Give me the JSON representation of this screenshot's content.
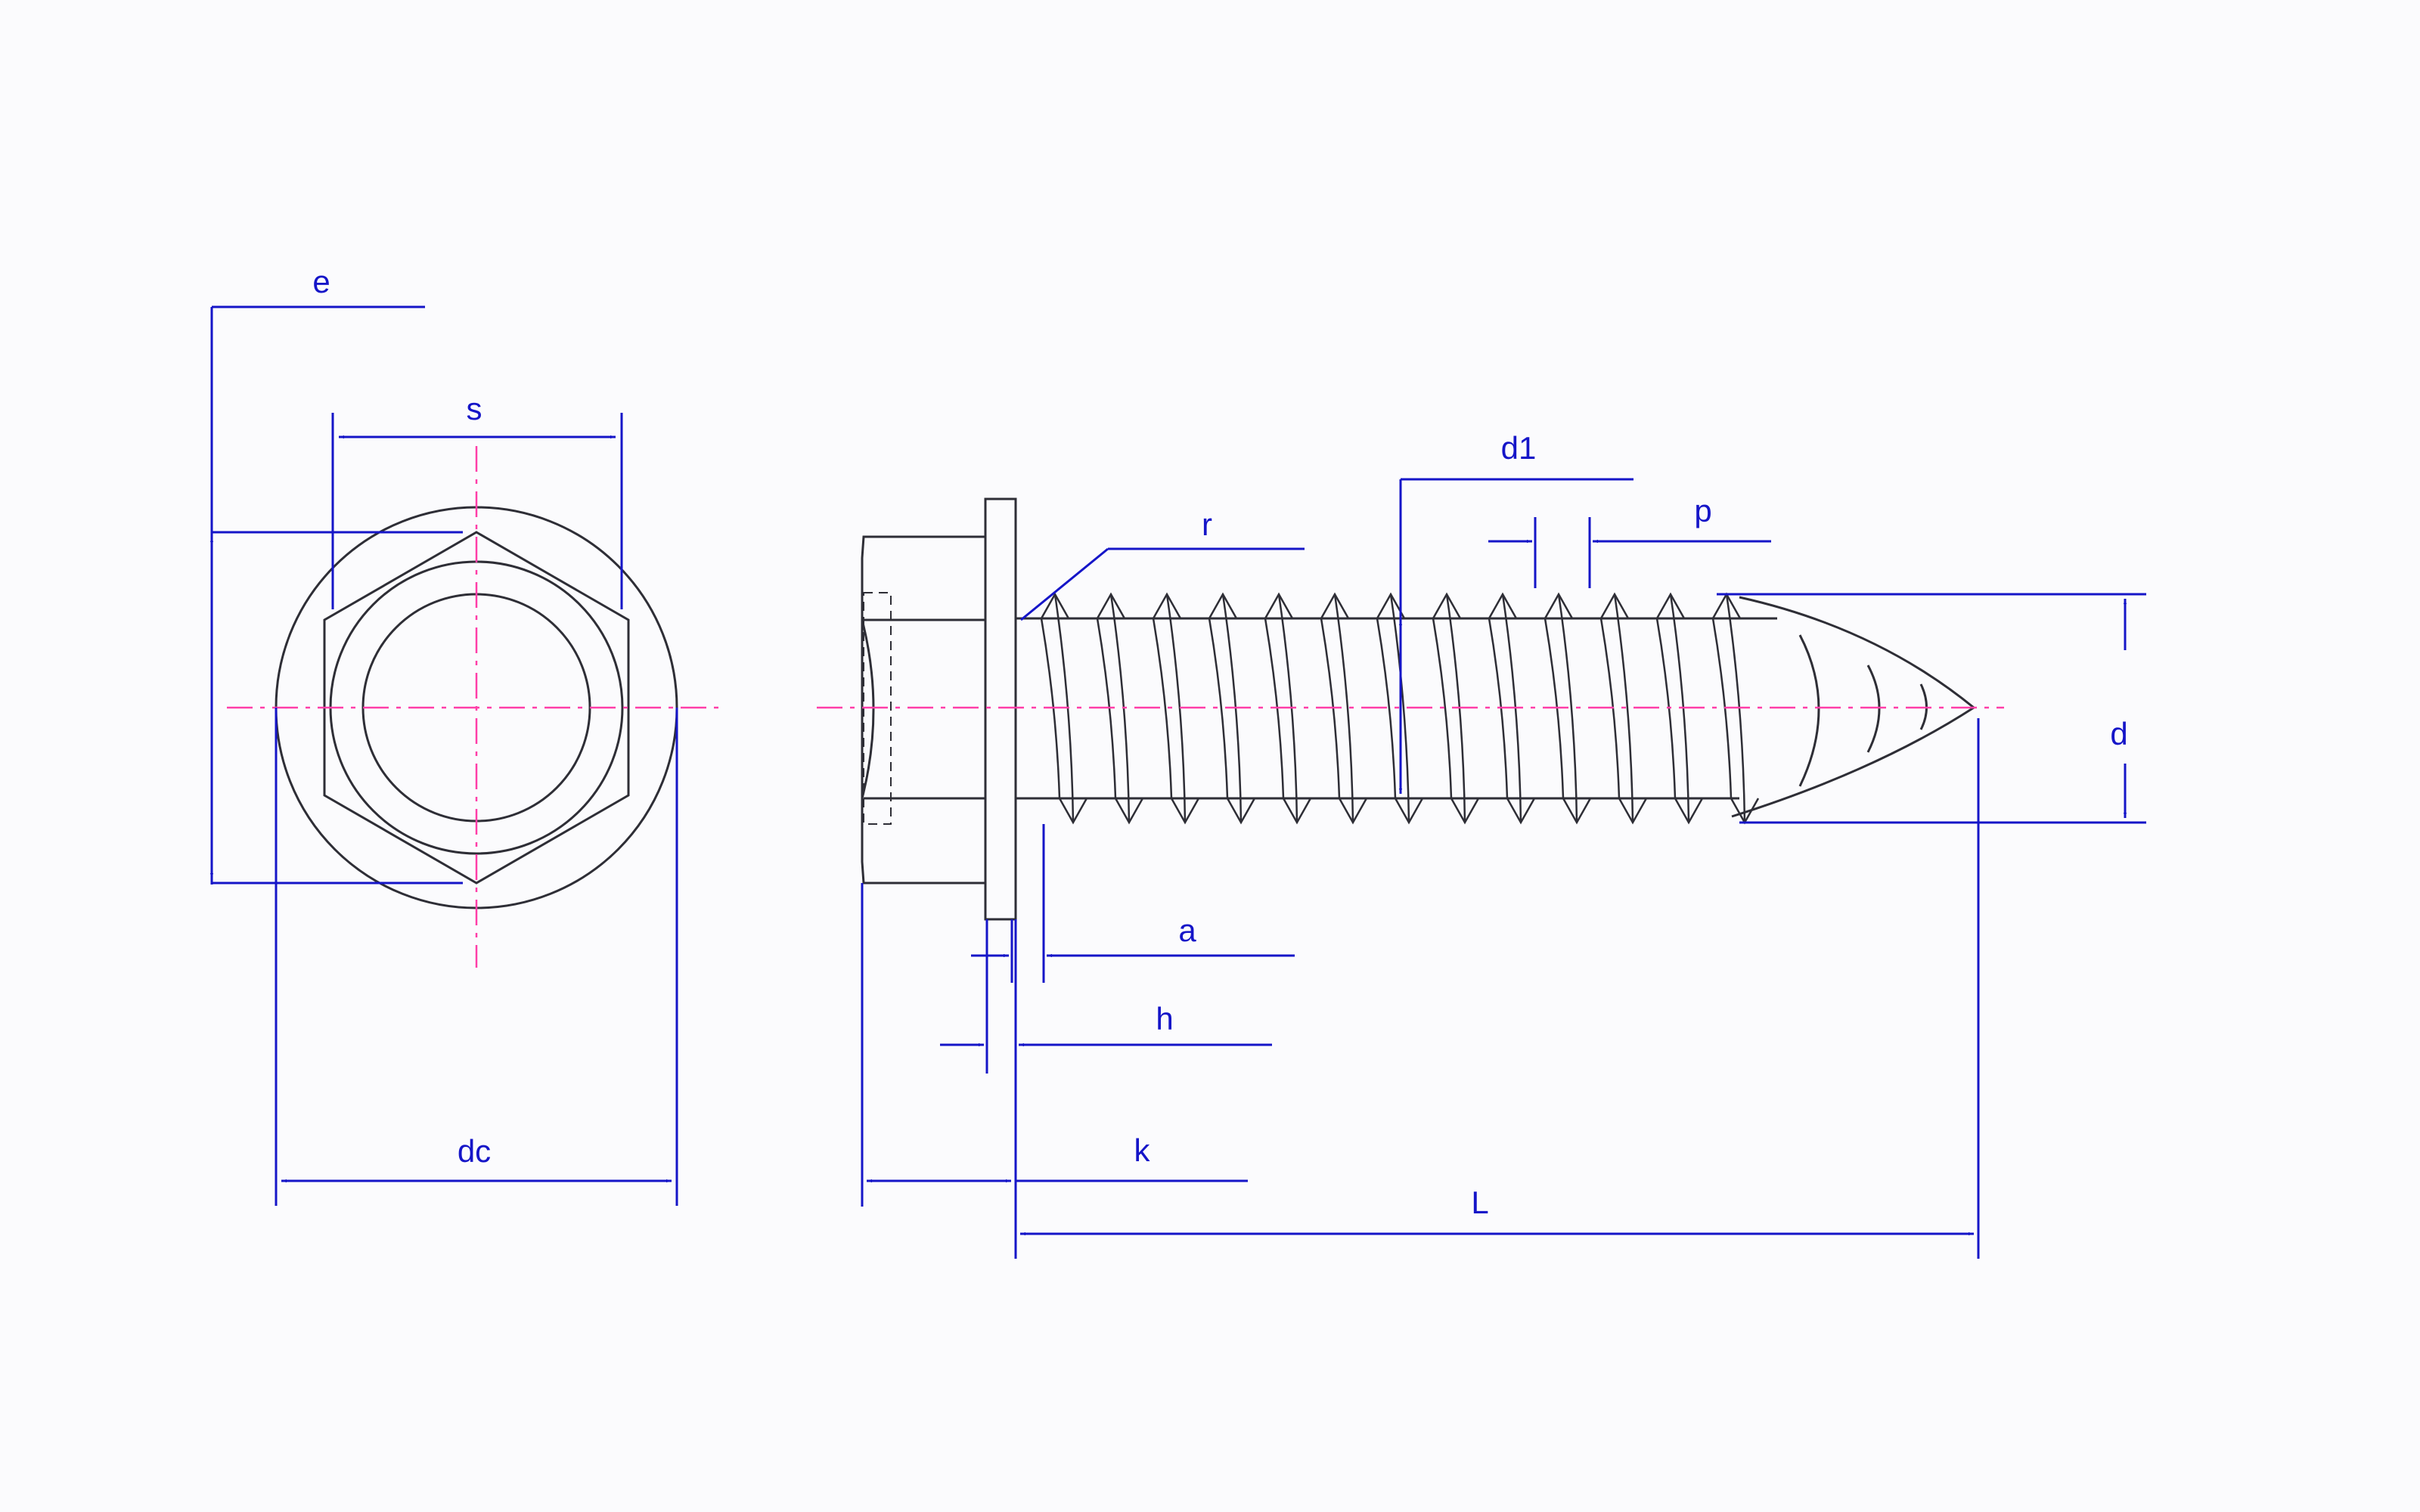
{
  "labels": {
    "e": "e",
    "s": "s",
    "dc": "dc",
    "r": "r",
    "d1": "d1",
    "p": "p",
    "d": "d",
    "a": "a",
    "h": "h",
    "k": "k",
    "L": "L"
  },
  "colors": {
    "background": "#fbfbfd",
    "outline": "#2e2e36",
    "dimension": "#1515c8",
    "centerline": "#ff3ea8"
  }
}
